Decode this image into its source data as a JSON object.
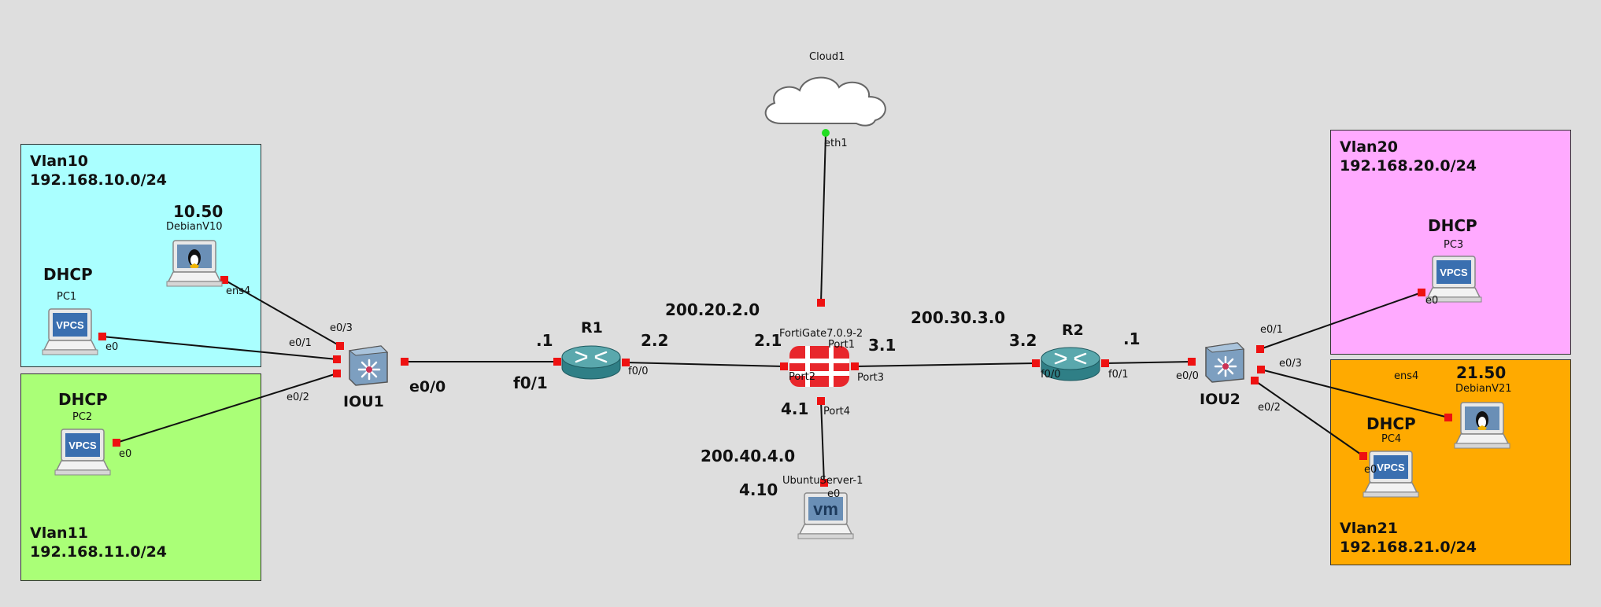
{
  "zones": {
    "vlan10": {
      "name": "Vlan10",
      "subnet": "192.168.10.0/24",
      "color": "#aaffff"
    },
    "vlan11": {
      "name": "Vlan11",
      "subnet": "192.168.11.0/24",
      "color": "#aaff77"
    },
    "vlan20": {
      "name": "Vlan20",
      "subnet": "192.168.20.0/24",
      "color": "#ffaaff"
    },
    "vlan21": {
      "name": "Vlan21",
      "subnet": "192.168.21.0/24",
      "color": "#ffaa00"
    }
  },
  "nodes": {
    "cloud1": {
      "label": "Cloud1"
    },
    "pc1": {
      "label": "PC1",
      "addr": "DHCP"
    },
    "pc2": {
      "label": "PC2",
      "addr": "DHCP"
    },
    "pc3": {
      "label": "PC3",
      "addr": "DHCP"
    },
    "pc4": {
      "label": "PC4",
      "addr": "DHCP"
    },
    "debian10": {
      "label": "DebianV10",
      "addr": "10.50"
    },
    "debian21": {
      "label": "DebianV21",
      "addr": "21.50"
    },
    "iou1": {
      "label": "IOU1"
    },
    "iou2": {
      "label": "IOU2"
    },
    "r1": {
      "label": "R1"
    },
    "r2": {
      "label": "R2"
    },
    "fortigate": {
      "label": "FortiGate7.0.9-2"
    },
    "ubuntu": {
      "label": "UbuntuServer-1",
      "addr": "4.10"
    }
  },
  "icons": {
    "vpcs": "VPCS",
    "vm": "vm"
  },
  "networks": {
    "n1": "200.20.2.0",
    "n2": "200.30.3.0",
    "n3": "200.40.4.0"
  },
  "ips": {
    "r1_left": ".1",
    "r1_right": "2.2",
    "fg_left": "2.1",
    "fg_right": "3.1",
    "fg_bottom": "4.1",
    "r2_left": "3.2",
    "r2_right": ".1"
  },
  "ports": {
    "eth1": "eth1",
    "ens4_a": "ens4",
    "ens4_b": "ens4",
    "pc1_e0": "e0",
    "pc2_e0": "e0",
    "pc3_e0": "e0",
    "pc4_e0": "e0",
    "ubuntu_e0": "e0",
    "iou1_e01": "e0/1",
    "iou1_e02": "e0/2",
    "iou1_e03": "e0/3",
    "iou1_e00": "e0/0",
    "r1_f01": "f0/1",
    "r1_f00": "f0/0",
    "fg_p1": "Port1",
    "fg_p2": "Port2",
    "fg_p3": "Port3",
    "fg_p4": "Port4",
    "r2_f00": "f0/0",
    "r2_f01": "f0/1",
    "iou2_e00": "e0/0",
    "iou2_e01": "e0/1",
    "iou2_e03": "e0/3",
    "iou2_e02": "e0/2"
  }
}
